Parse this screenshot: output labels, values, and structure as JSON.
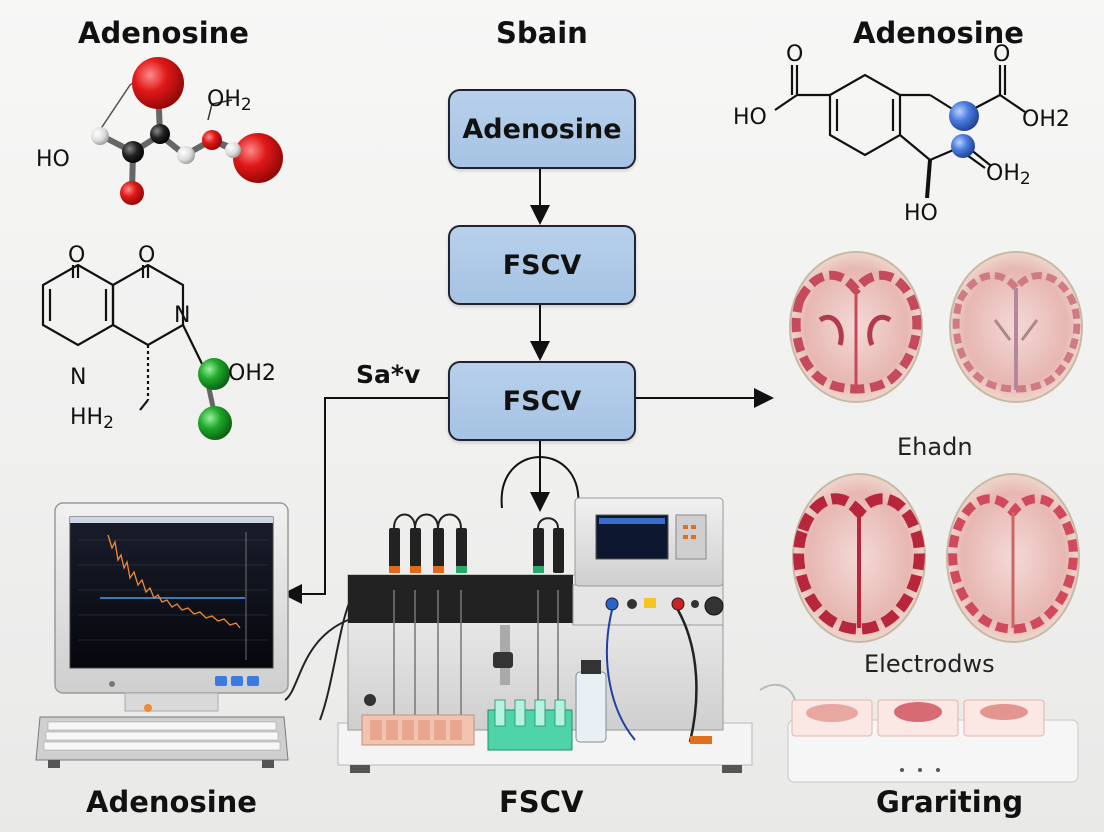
{
  "labels": {
    "top_left": "Adenosine",
    "top_center": "Sbain",
    "top_right": "Adenosine",
    "bottom_left": "Adenosine",
    "bottom_center": "FSCV",
    "bottom_right": "Grariting",
    "side_label": "Sa*v",
    "brain_label_upper": "Ehadn",
    "brain_label_lower": "Electrodws"
  },
  "flow_boxes": [
    "Adenosine",
    "FSCV",
    "FSCV"
  ],
  "molecule_left_top": {
    "atoms": [
      "OH2",
      "HO"
    ]
  },
  "molecule_left_mid": {
    "atoms": [
      "O",
      "O",
      "N",
      "N",
      "OH2",
      "HH2"
    ]
  },
  "molecule_right": {
    "atoms": [
      "O",
      "O",
      "HO",
      "OH2",
      "OH2",
      "HO"
    ]
  },
  "colors": {
    "box_fill": "#a9c6e6",
    "oxygen_red": "#e01818",
    "nitrogen_blue": "#4a7de0",
    "chlorine_green": "#1ea82a",
    "carbon_black": "#222222",
    "tissue_pink": "#c44a5c",
    "monitor_screen": "#0d0f1a",
    "trace_orange": "#f08a30"
  }
}
